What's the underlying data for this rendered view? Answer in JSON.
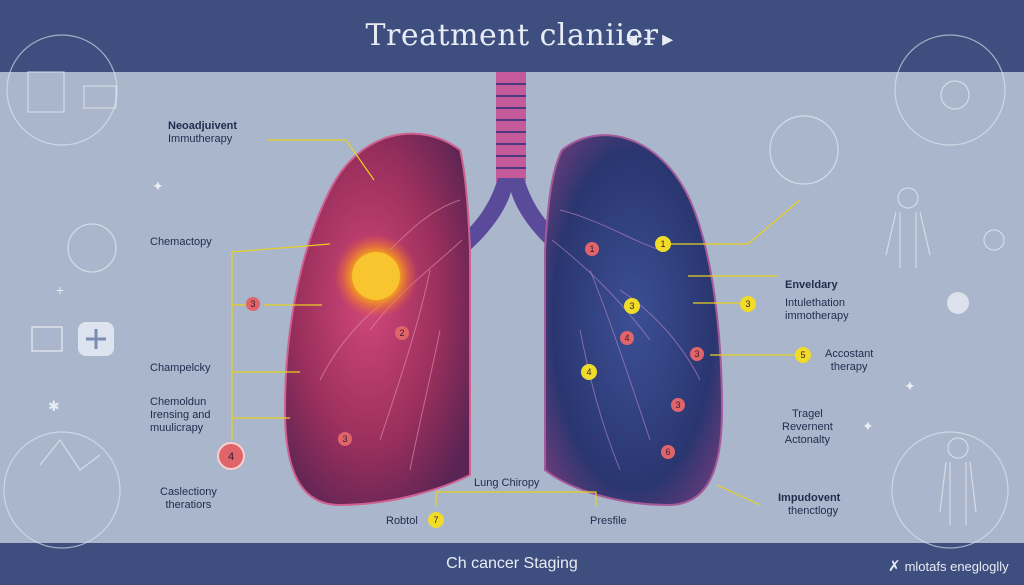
{
  "header": {
    "title": "Treatment claniier",
    "title_icons": "+"
  },
  "footer": {
    "title": "Ch cancer Staging",
    "brand": "mlotafs enegloglly"
  },
  "labels": {
    "neoadjuvent_title": "Neoadjuivent",
    "neoadjuvent_sub": "Immutherapy",
    "chemactopy": "Chemactopy",
    "champelcky": "Champelcky",
    "chemoldun": "Chemoldun\nIrensing and\nmuulicrapy",
    "caslectiony": "Caslectiony\ntheratiors",
    "lung_chiropy": "Lung Chiropy",
    "robtol": "Robtol",
    "presfile": "Presfile",
    "enveldary": "Enveldary",
    "intulethation": "Intulethation\nimmotherapy",
    "accostant": "Accostant\ntherapy",
    "tragel": "Tragel\nRevernent\nActonalty",
    "impudovent": "Impudovent",
    "thenctlogy": "thenctlogy"
  },
  "markers": {
    "left_mid": "3",
    "left_2": "2",
    "left_3": "3",
    "left_big": "4",
    "right_1": "1",
    "right_1y": "1",
    "right_3y": "3",
    "right_ext3": "3",
    "right_4": "4",
    "right_4y": "4",
    "right_3b": "3",
    "right_3c": "3",
    "right_6": "6",
    "right_5y": "5",
    "robtol_7": "7"
  },
  "colors": {
    "band": "#3e4f7f",
    "bg": "#a9b6cc",
    "left_lung": "#b0345c",
    "right_lung": "#2f3f7c",
    "accent_yellow": "#e8d020",
    "marker_red": "#e0656a"
  }
}
